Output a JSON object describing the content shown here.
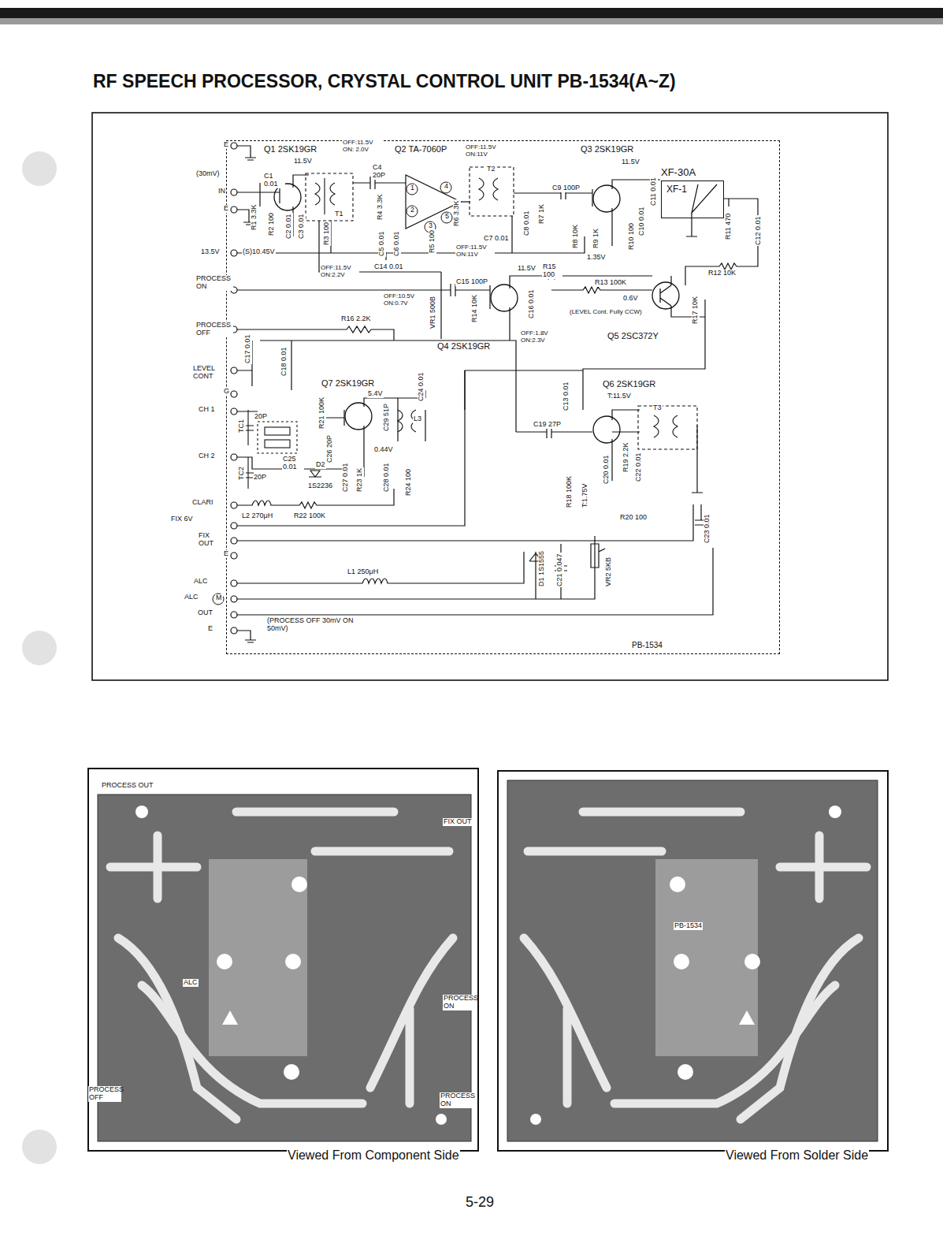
{
  "diagram": {
    "title": "RF SPEECH PROCESSOR, CRYSTAL CONTROL UNIT PB-1534(A~Z)",
    "nodes": [
      {
        "text": [
          "PB-1534"
        ]
      },
      {
        "text": [
          "XF-30A",
          "XF-1"
        ],
        "in": 0
      },
      {
        "text": [
          "Viewed From Component Side"
        ]
      },
      {
        "text": [
          "Viewed From Solder Side"
        ]
      }
    ],
    "labels": [
      "E",
      "(30mV)",
      "IN",
      "E",
      "13.5V",
      "PROCESS ON",
      "PROCESS OFF",
      "LEVEL CONT",
      "G",
      "CH 1",
      "CH 2",
      "CLARI",
      "FIX 6V",
      "FIX OUT",
      "E",
      "ALC",
      "ALC",
      "M",
      "OUT",
      "E",
      "(PROCESS OFF 30mV ON 50mV)",
      "Q1 2SK19GR",
      "11.5V",
      "OFF:11.5V ON: 2.0V",
      "Q2 TA-7060P",
      "OFF:11.5V ON:11V",
      "Q3 2SK19GR",
      "11.5V",
      "C4 20P",
      "T2",
      "C9 100P",
      "C1 0.01",
      "R1 3.3K",
      "R2 100",
      "C2 0.01",
      "C3 0.01",
      "(S)10.45V",
      "R3 100",
      "T1",
      "R4 3.3K",
      "C5 0.01",
      "C6 0.01",
      "1",
      "2",
      "3",
      "4",
      "5",
      "R5 100",
      "R6 3.3K",
      "C7 0.01",
      "OFF:11.5V ON:11V",
      "C8 0.01",
      "R7 1K",
      "R8 10K",
      "R9 1K",
      "R10 100",
      "1.35V",
      "C10 0.01",
      "C11 0.01",
      "R11 470",
      "C12 0.01",
      "R12 10K",
      "OFF:11.5V ON:2.2V",
      "C14 0.01",
      "OFF:10.5V ON:0.7V",
      "C15 100P",
      "VR1 500B",
      "R14 10K",
      "11.5V",
      "R15 100",
      "C16 0.01",
      "R13 100K",
      "0.6V",
      "(LEVEL Cont. Fully CCW)",
      "R17 10K",
      "R16 2.2K",
      "Q4 2SK19GR",
      "OFF:1.8V ON:2.3V",
      "Q5 2SC372Y",
      "C17 0.01",
      "C18 0.01",
      "Q7 2SK19GR",
      "5.4V",
      "C24 0.01",
      "C13 0.01",
      "Q6 2SK19GR",
      "T:11.5V",
      "T3",
      "TC1",
      "20P",
      "R21 100K",
      "C26 20P",
      "C29 51P",
      "L3",
      "0.44V",
      "C19 27P",
      "C25 0.01",
      "D2",
      "1S2236",
      "TC2",
      "20P",
      "C27 0.01",
      "R23 1K",
      "C28 0.01",
      "R24 100",
      "R18 100K",
      "T:1.75V",
      "C20 0.01",
      "R19 2.2K",
      "C22 0.01",
      "L2 270μH",
      "R22 100K",
      "R20 100",
      "C23 0.01",
      "D1 1S1555",
      "C21 0.047",
      "VR2 5KB",
      "L1 250μH",
      "PROCESS OUT",
      "FIX OUT",
      "ALC",
      "PROCESS ON",
      "PROCESS OFF",
      "PROCESS ON",
      "PB-1534",
      "5-29"
    ]
  }
}
